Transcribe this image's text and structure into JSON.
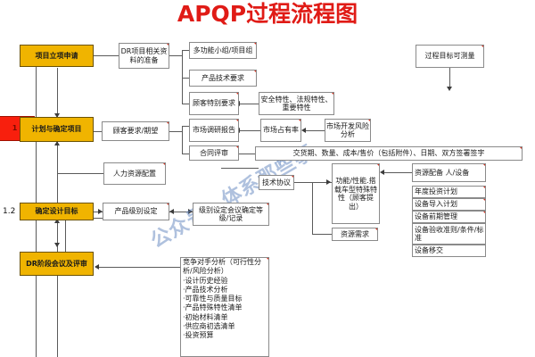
{
  "document": {
    "title": "APQP过程流程图",
    "title_color": "#e01b16",
    "watermark": "公众号：体系那些事"
  },
  "palette": {
    "stage_fill": "#f0b400",
    "alert_fill": "#f81f0d",
    "box_fill": "#ffffff",
    "box_border": "#8a8a8a",
    "connector": "#5a5a5a"
  },
  "stage_indices": {
    "s12": "1.2"
  },
  "stages": [
    {
      "id": "stage-project-application",
      "label": "项目立项申请"
    },
    {
      "id": "stage-plan-confirm-project",
      "label": "计划与确定项目"
    },
    {
      "id": "stage-confirm-design-goal",
      "label": "确定设计目标"
    },
    {
      "id": "stage-dr-meeting-review",
      "label": "DR阶段会议及评审"
    }
  ],
  "alert_box": {
    "id": "left-red-marker",
    "label": "1"
  },
  "nodes": {
    "dr_material_prep": "DR项目相关资料的准备",
    "multifunction_team": "多功能小组/项目组",
    "product_tech_req": "产品技术要求",
    "customer_special_req": "顾客特别要求",
    "safety_regulatory_key": "安全特性、法规特性、重要特性",
    "process_goal_measurable": "过程目标可测量",
    "customer_req_expect": "顾客要求/期望",
    "market_research_report": "市场调研报告",
    "market_share_rate": "市场占有率",
    "market_dev_risk": "市场开发风险分析",
    "contract_review": "合同评审",
    "delivery_terms": "交货期、数量、成本/售价（包括附件）、日期、双方签署签字",
    "hr_resource_config": "人力资源配置",
    "tech_agreement": "技术协议",
    "function_performance": "功能/性能.搭载车型特殊特性（顾客提出）",
    "resource_requirement": "资源需求",
    "resource_allocation": "资源配备 人/设备",
    "annual_investment_plan": "年度投资计划",
    "equipment_intro_plan": "设备导入计划",
    "equipment_early_mgmt": "设备前期管理",
    "equipment_accept_std": "设备验收准则/条件/标准",
    "equipment_handover": "设备移交",
    "product_level_setting": "产品级别设定",
    "level_meeting_record": "级别设定会议确定等级/记录"
  },
  "competitor_list": {
    "id": "competitor-analysis-list",
    "items": [
      "竞争对手分析（可行性分析/风险分析）",
      "·设计历史经验",
      "·产品技术分析",
      "·可靠性与质量目标",
      "·产品特殊特性清单",
      "·初始材料清单",
      "·供应商初选清单",
      "·投资预算"
    ]
  }
}
